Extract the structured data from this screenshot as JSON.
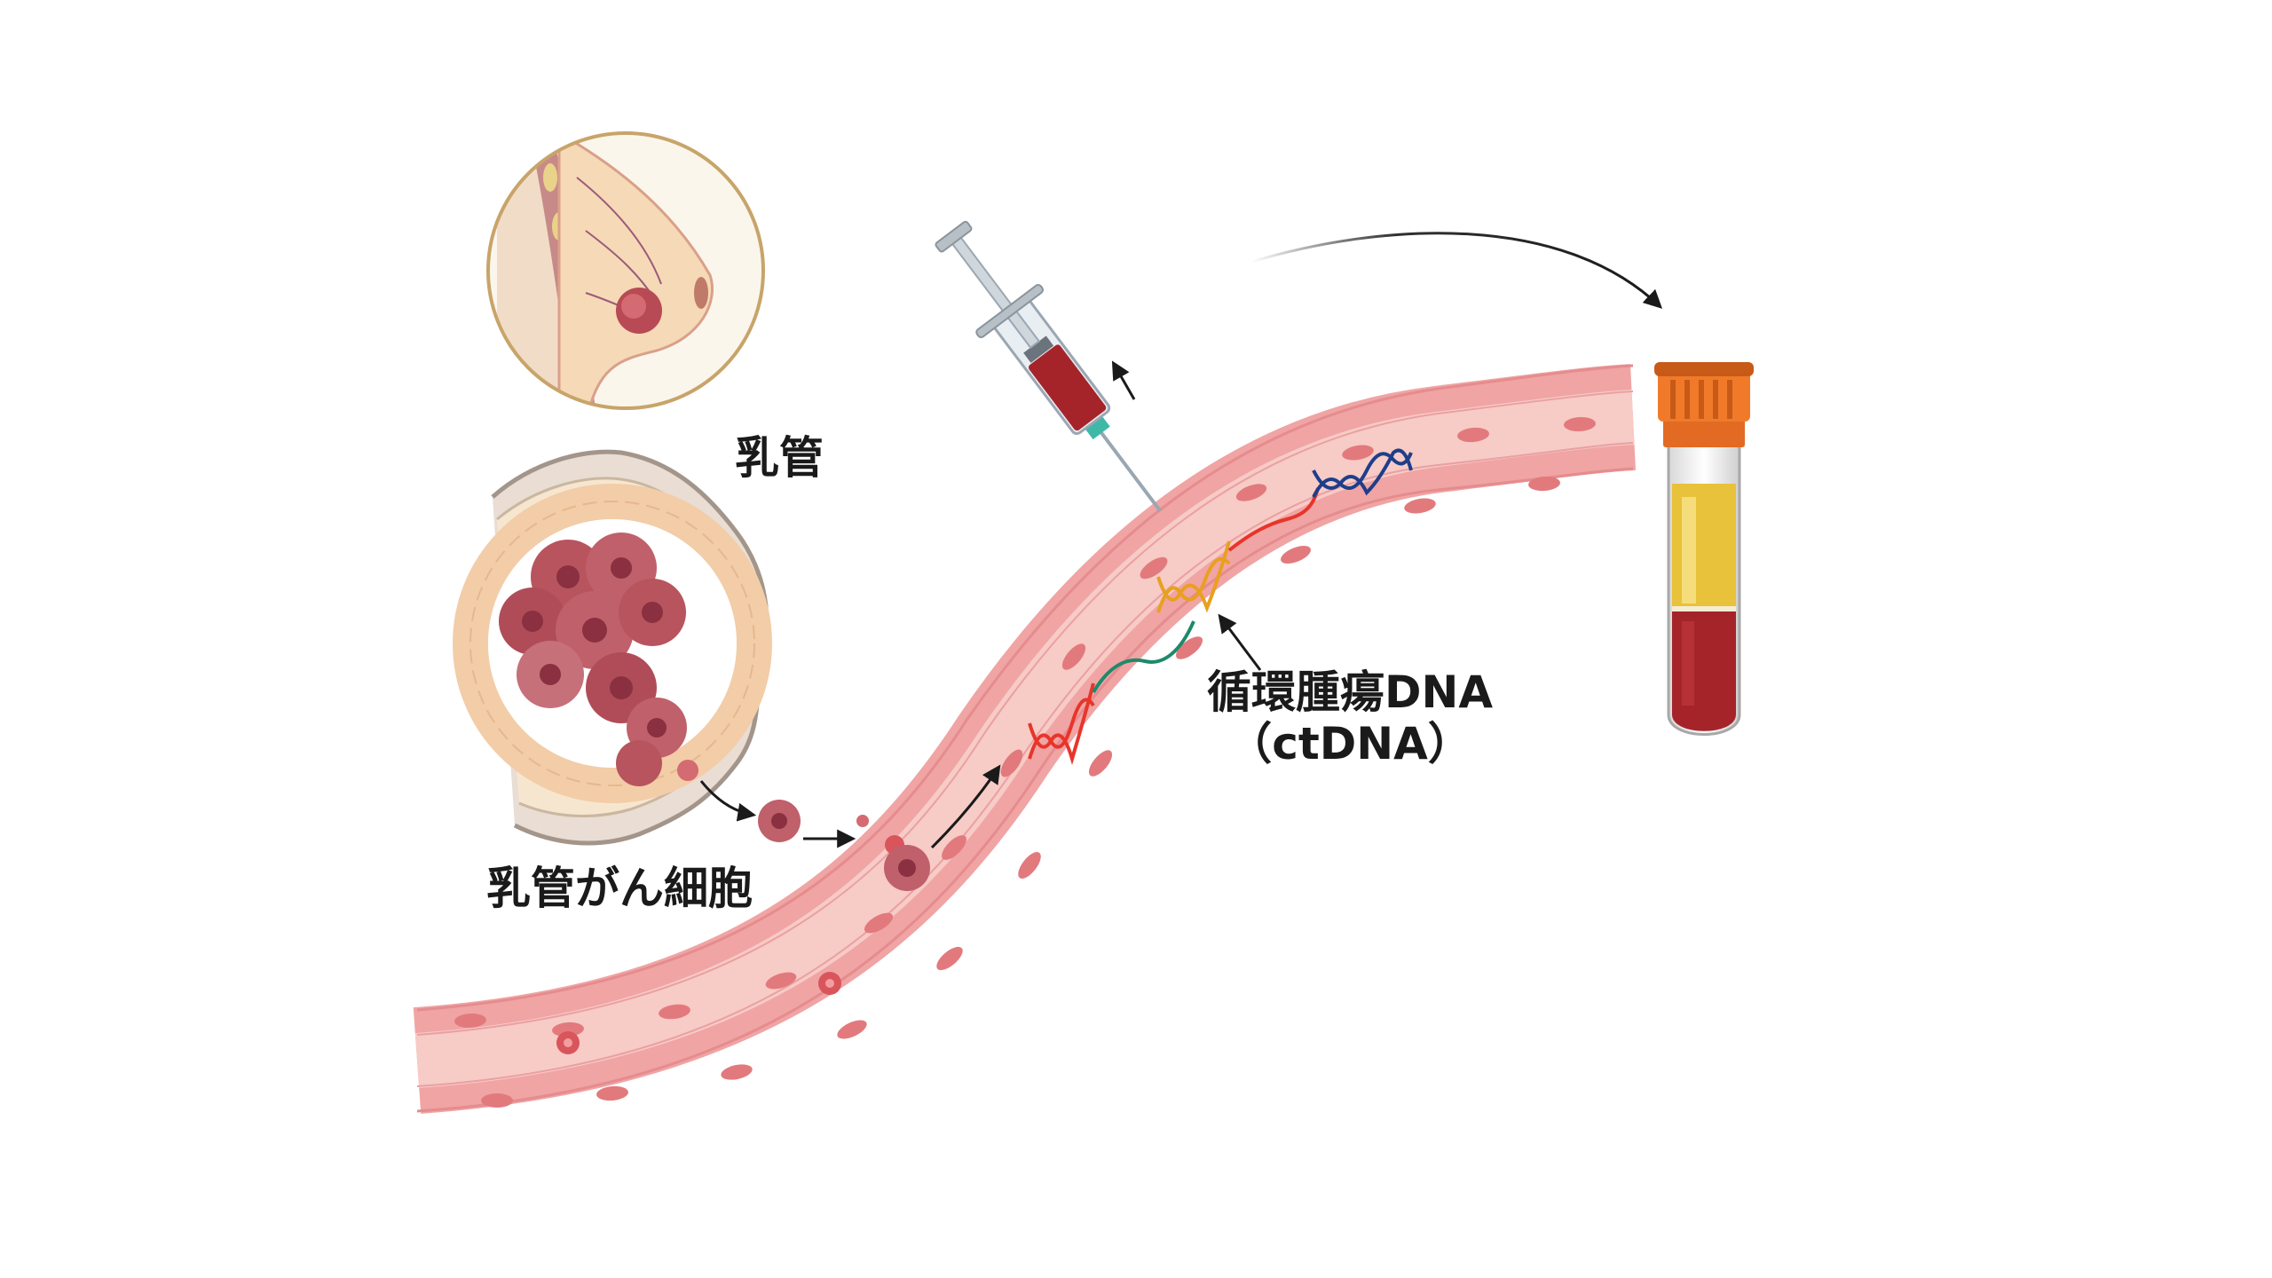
{
  "labels": {
    "duct": "乳管",
    "cancer_cells": "乳管がん細胞",
    "ctdna_line1": "循環腫瘍DNA",
    "ctdna_line2": "（ctDNA）"
  },
  "colors": {
    "background": "#ffffff",
    "vessel_wall": "#f2a9a9",
    "vessel_lumen": "#f7c9c4",
    "cell_nucleus": "#e67b7e",
    "tumor": "#b8545e",
    "tumor_dark": "#8a3040",
    "breast_ring": "#c8a46a",
    "blood": "#a5242a",
    "plasma": "#e8c23a",
    "tube_cap": "#e8702a",
    "dna_red": "#e8352a",
    "dna_orange": "#e8a020",
    "dna_green": "#1e8a6a",
    "dna_blue": "#1e3e8a",
    "arrow": "#1a1a1a"
  },
  "icons": [
    "breast-cross-section-icon",
    "milk-duct-icon",
    "tumor-cell-icon",
    "blood-vessel-icon",
    "dna-helix-icon",
    "syringe-icon",
    "blood-collection-tube-icon"
  ]
}
